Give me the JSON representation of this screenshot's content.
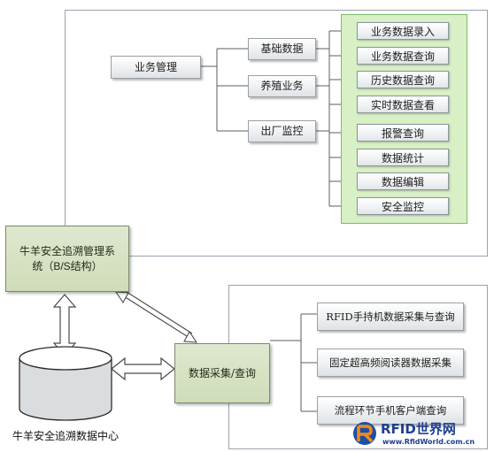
{
  "top_panel": {
    "root": "业务管理",
    "branches": [
      {
        "label": "基础数据"
      },
      {
        "label": "养殖业务"
      },
      {
        "label": "出厂监控"
      }
    ],
    "leaves": [
      "业务数据录入",
      "业务数据查询",
      "历史数据查询",
      "实时数据查看",
      "报警查询",
      "数据统计",
      "数据编辑",
      "安全监控"
    ]
  },
  "system_box": "牛羊安全追溯管理系统（B/S结构）",
  "collection_box": "数据采集/查询",
  "right_panel": {
    "items": [
      "RFID手持机数据采集与查询",
      "固定超高频阅读器数据采集",
      "流程环节手机客户端查询"
    ]
  },
  "database_caption": "牛羊安全追溯数据中心",
  "watermark": {
    "brand": "RFID世界网",
    "url": "www.RfidWorld.com.cn"
  }
}
